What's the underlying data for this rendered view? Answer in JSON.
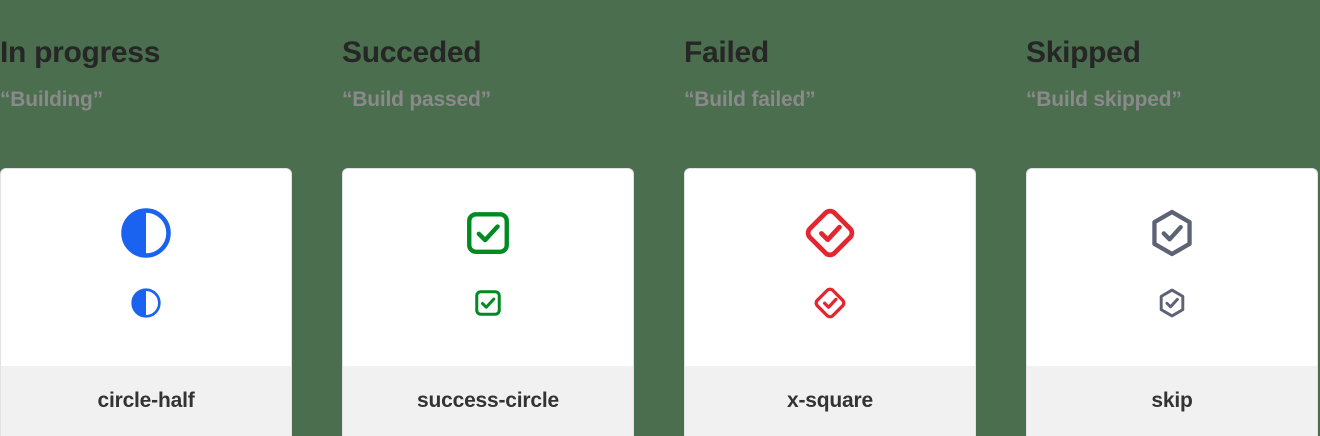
{
  "page": {
    "background_color": "#4a6e4e",
    "card_background": "#ffffff",
    "footer_background": "#f1f1f1"
  },
  "columns": [
    {
      "status_title": "In progress",
      "status_phrase": "“Building”",
      "icon_name": "circle-half",
      "icon_id": "circle-half-icon",
      "icon_color": "#1a62f0"
    },
    {
      "status_title": "Succeded",
      "status_phrase": "“Build passed”",
      "icon_name": "success-circle",
      "icon_id": "check-square-icon",
      "icon_color": "#008a22"
    },
    {
      "status_title": "Failed",
      "status_phrase": "“Build failed”",
      "icon_name": "x-square",
      "icon_id": "check-diamond-icon",
      "icon_color": "#e3262f"
    },
    {
      "status_title": "Skipped",
      "status_phrase": "“Build skipped”",
      "icon_name": "skip",
      "icon_id": "check-hexagon-icon",
      "icon_color": "#5d6374"
    }
  ]
}
